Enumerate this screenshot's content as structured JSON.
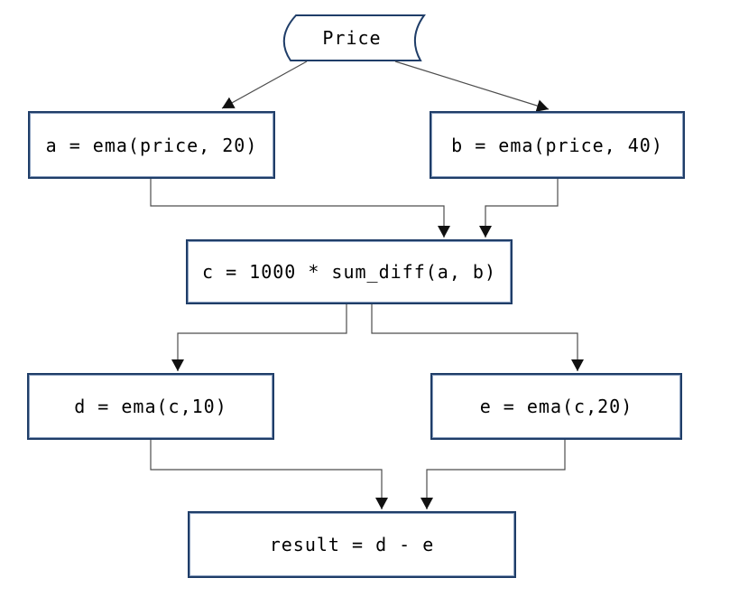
{
  "diagram": {
    "kind": "flowchart",
    "nodes": {
      "price": {
        "label": "Price",
        "shape": "stored-data"
      },
      "a": {
        "label": "a = ema(price, 20)",
        "shape": "rectangle"
      },
      "b": {
        "label": "b = ema(price, 40)",
        "shape": "rectangle"
      },
      "c": {
        "label": "c = 1000 * sum_diff(a, b)",
        "shape": "rectangle"
      },
      "d": {
        "label": "d = ema(c,10)",
        "shape": "rectangle"
      },
      "e": {
        "label": "e = ema(c,20)",
        "shape": "rectangle"
      },
      "result": {
        "label": "result = d - e",
        "shape": "rectangle"
      }
    },
    "edges": [
      {
        "from": "price",
        "to": "a"
      },
      {
        "from": "price",
        "to": "b"
      },
      {
        "from": "a",
        "to": "c"
      },
      {
        "from": "b",
        "to": "c"
      },
      {
        "from": "c",
        "to": "d"
      },
      {
        "from": "c",
        "to": "e"
      },
      {
        "from": "d",
        "to": "result"
      },
      {
        "from": "e",
        "to": "result"
      }
    ],
    "colors": {
      "box_border": "#1f3d68",
      "connector": "#4d4d4d",
      "arrowhead": "#111111",
      "background": "#ffffff",
      "text": "#000000"
    }
  }
}
